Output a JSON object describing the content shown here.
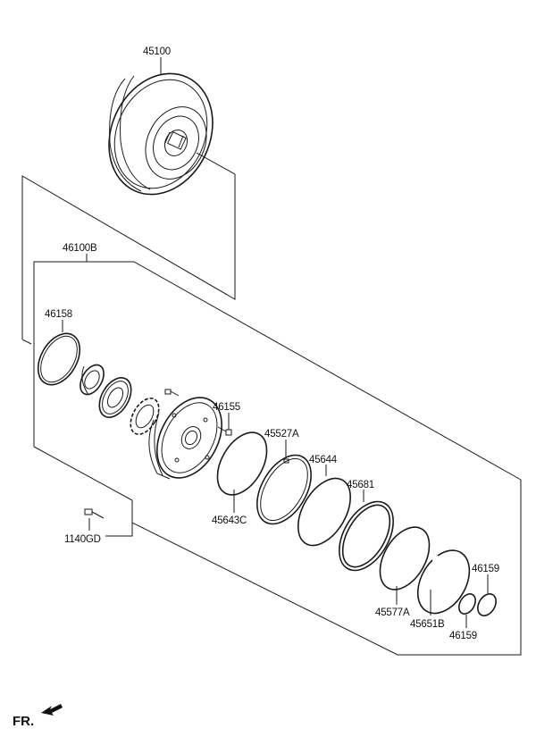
{
  "diagram": {
    "labels": {
      "torque_converter": "45100",
      "pump_assembly": "46100B",
      "o_ring_left": "46158",
      "bolt_small": "46155",
      "seal_ring_45527A": "45527A",
      "seal_ring_45644": "45644",
      "seal_ring_45681": "45681",
      "seal_ring_45643C": "45643C",
      "bolt_1140GD": "1140GD",
      "seal_ring_45577A": "45577A",
      "snap_ring_45651B": "45651B",
      "o_ring_46159_top": "46159",
      "o_ring_46159_bottom": "46159"
    },
    "direction_indicator": "FR."
  }
}
